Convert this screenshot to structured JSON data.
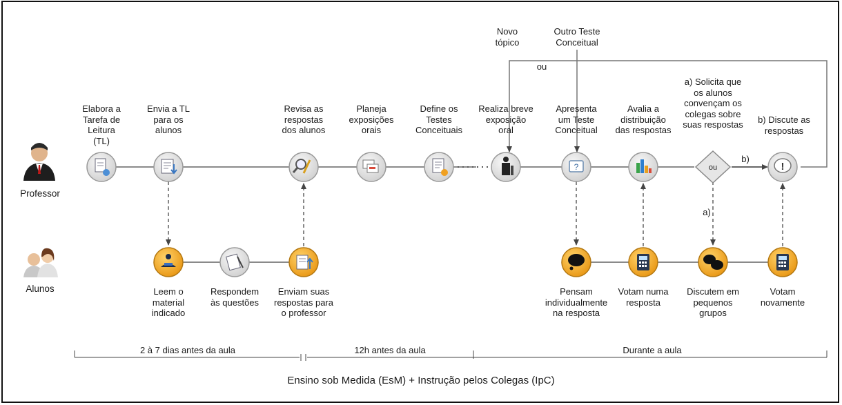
{
  "roles": {
    "teacher": "Professor",
    "students": "Alunos"
  },
  "teacher_steps": [
    {
      "label": "Elabora a\nTarefa de\nLeitura\n(TL)",
      "icon": "document-globe-icon"
    },
    {
      "label": "Envia a TL\npara os\nalunos",
      "icon": "document-send-icon"
    },
    {
      "label": "Revisa as\nrespostas\ndos alunos",
      "icon": "magnifier-pencil-icon"
    },
    {
      "label": "Planeja\nexposições\norais",
      "icon": "slides-icon"
    },
    {
      "label": "Define os\nTestes\nConceituais",
      "icon": "document-question-icon"
    },
    {
      "label": "Realiza breve\nexposição\noral",
      "icon": "lecturer-icon"
    },
    {
      "label": "Apresenta\num Teste\nConceitual",
      "icon": "question-card-icon"
    },
    {
      "label": "Avalia a\ndistribuição\ndas respostas",
      "icon": "bar-chart-icon"
    },
    {
      "label": "a) Solicita que\nos alunos\nconvençam os\ncolegas sobre\nsuas respostas",
      "icon": "decision-diamond"
    },
    {
      "label": "b) Discute as\nrespostas",
      "icon": "exclamation-bubble-icon"
    }
  ],
  "decision_label": "ou",
  "student_steps": [
    {
      "label": "Leem o\nmaterial\nindicado",
      "icon": "reading-student-icon"
    },
    {
      "label": "Respondem\nàs questões",
      "icon": "questionnaire-icon"
    },
    {
      "label": "Enviam suas\nrespostas para\no professor",
      "icon": "document-upload-icon"
    },
    {
      "label": "Pensam\nindividualmente\nna resposta",
      "icon": "thought-bubble-icon"
    },
    {
      "label": "Votam numa\nresposta",
      "icon": "voting-clicker-icon"
    },
    {
      "label": "Discutem em\npequenos\ngrupos",
      "icon": "discussion-bubbles-icon"
    },
    {
      "label": "Votam\nnovamente",
      "icon": "voting-clicker-icon"
    }
  ],
  "loop_labels": {
    "new_topic": "Novo\ntópico",
    "other_test": "Outro Teste\nConceitual",
    "or": "ou"
  },
  "branch_labels": {
    "a": "a)",
    "b": "b)"
  },
  "timeline": {
    "before_days": "2 à 7 dias antes da aula",
    "before_hours": "12h antes da aula",
    "during": "Durante a aula"
  },
  "caption": "Ensino sob Medida (EsM) + Instrução pelos Colegas (IpC)",
  "colors": {
    "node_fill": "#e6e6e6",
    "node_stroke": "#9a9a9a",
    "student_node_fill": "#f2a91c",
    "line": "#777777",
    "text": "#1a1a1a"
  }
}
